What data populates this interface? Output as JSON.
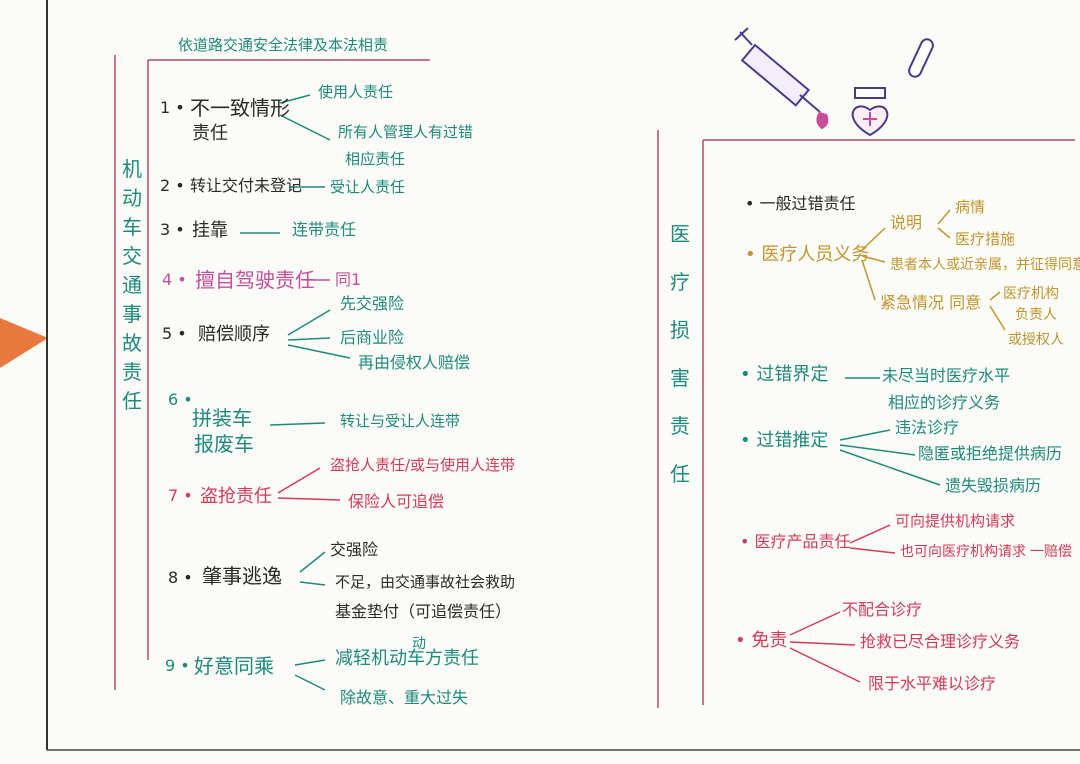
{
  "colors": {
    "teal": "#1e8a7c",
    "black": "#2a2a2a",
    "pink": "#c84d9b",
    "red": "#d43a5a",
    "gold": "#c2952e",
    "arrow": "#e8793f",
    "line": "#a05060"
  },
  "left": {
    "header": "依道路交通安全法律及本法相责",
    "title": "机动车交通事故责任",
    "items": [
      {
        "num": "1 •",
        "label": "不一致情形",
        "label2": "责任",
        "branches": [
          "使用人责任",
          "所有人管理人有过错",
          "相应责任"
        ]
      },
      {
        "num": "2 •",
        "label": "转让交付未登记",
        "branches": [
          "受让人责任"
        ]
      },
      {
        "num": "3 •",
        "label": "挂靠",
        "branches": [
          "连带责任"
        ]
      },
      {
        "num": "4 •",
        "label": "擅自驾驶责任",
        "branches": [
          "同1"
        ]
      },
      {
        "num": "5 •",
        "label": "赔偿顺序",
        "branches": [
          "先交强险",
          "后商业险",
          "再由侵权人赔偿"
        ]
      },
      {
        "num": "6 •",
        "label": "拼装车",
        "label2": "报废车",
        "branches": [
          "转让与受让人连带"
        ]
      },
      {
        "num": "7 •",
        "label": "盗抢责任",
        "branches": [
          "盗抢人责任/或与使用人连带",
          "保险人可追偿"
        ]
      },
      {
        "num": "8 •",
        "label": "肇事逃逸",
        "branches": [
          "交强险",
          "不足，由交通事故社会救助",
          "基金垫付（可追偿责任）"
        ]
      },
      {
        "num": "9 •",
        "label": "好意同乘",
        "branches": [
          "减轻机动车方责任",
          "除故意、重大过失"
        ],
        "annot": "动"
      }
    ]
  },
  "right": {
    "title": "医疗损害责任",
    "items": [
      {
        "label": "• 一般过错责任"
      },
      {
        "label": "• 医疗人员义务",
        "branches": [
          "说明",
          "病情",
          "医疗措施",
          "患者本人或近亲属，并征得同意",
          "紧急情况 同意",
          "医疗机构",
          "负责人",
          "或授权人"
        ]
      },
      {
        "label": "• 过错界定",
        "branches": [
          "未尽当时医疗水平",
          "相应的诊疗义务"
        ]
      },
      {
        "label": "• 过错推定",
        "branches": [
          "违法诊疗",
          "隐匿或拒绝提供病历",
          "遗失毁损病历"
        ]
      },
      {
        "label": "• 医疗产品责任",
        "branches": [
          "可向提供机构请求",
          "也可向医疗机构请求",
          "一赔偿"
        ]
      },
      {
        "label": "• 免责",
        "branches": [
          "不配合诊疗",
          "抢救已尽合理诊疗义务",
          "限于水平难以诊疗"
        ]
      }
    ]
  }
}
